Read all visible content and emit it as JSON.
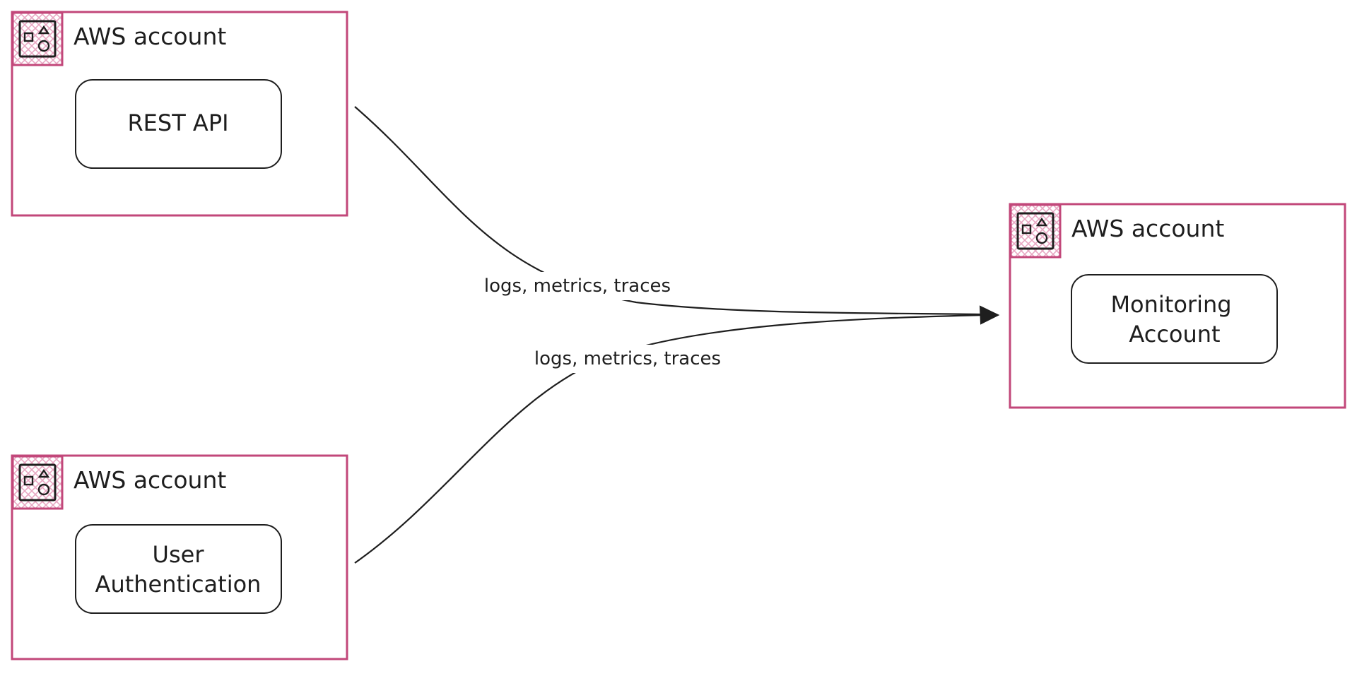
{
  "colors": {
    "account_border": "#c2477a",
    "badge_hatch": "#e8a7c2",
    "stroke": "#1e1e1e",
    "background": "#ffffff"
  },
  "accounts": [
    {
      "title": "AWS account",
      "icon": "aws-account-icon",
      "service": {
        "lines": [
          "REST API"
        ]
      }
    },
    {
      "title": "AWS account",
      "icon": "aws-account-icon",
      "service": {
        "lines": [
          "User",
          "Authentication"
        ]
      }
    },
    {
      "title": "AWS account",
      "icon": "aws-account-icon",
      "service": {
        "lines": [
          "Monitoring",
          "Account"
        ]
      }
    }
  ],
  "connections": [
    {
      "from": "REST API",
      "to": "Monitoring Account",
      "label": "logs, metrics, traces"
    },
    {
      "from": "User Authentication",
      "to": "Monitoring Account",
      "label": "logs, metrics, traces"
    }
  ]
}
